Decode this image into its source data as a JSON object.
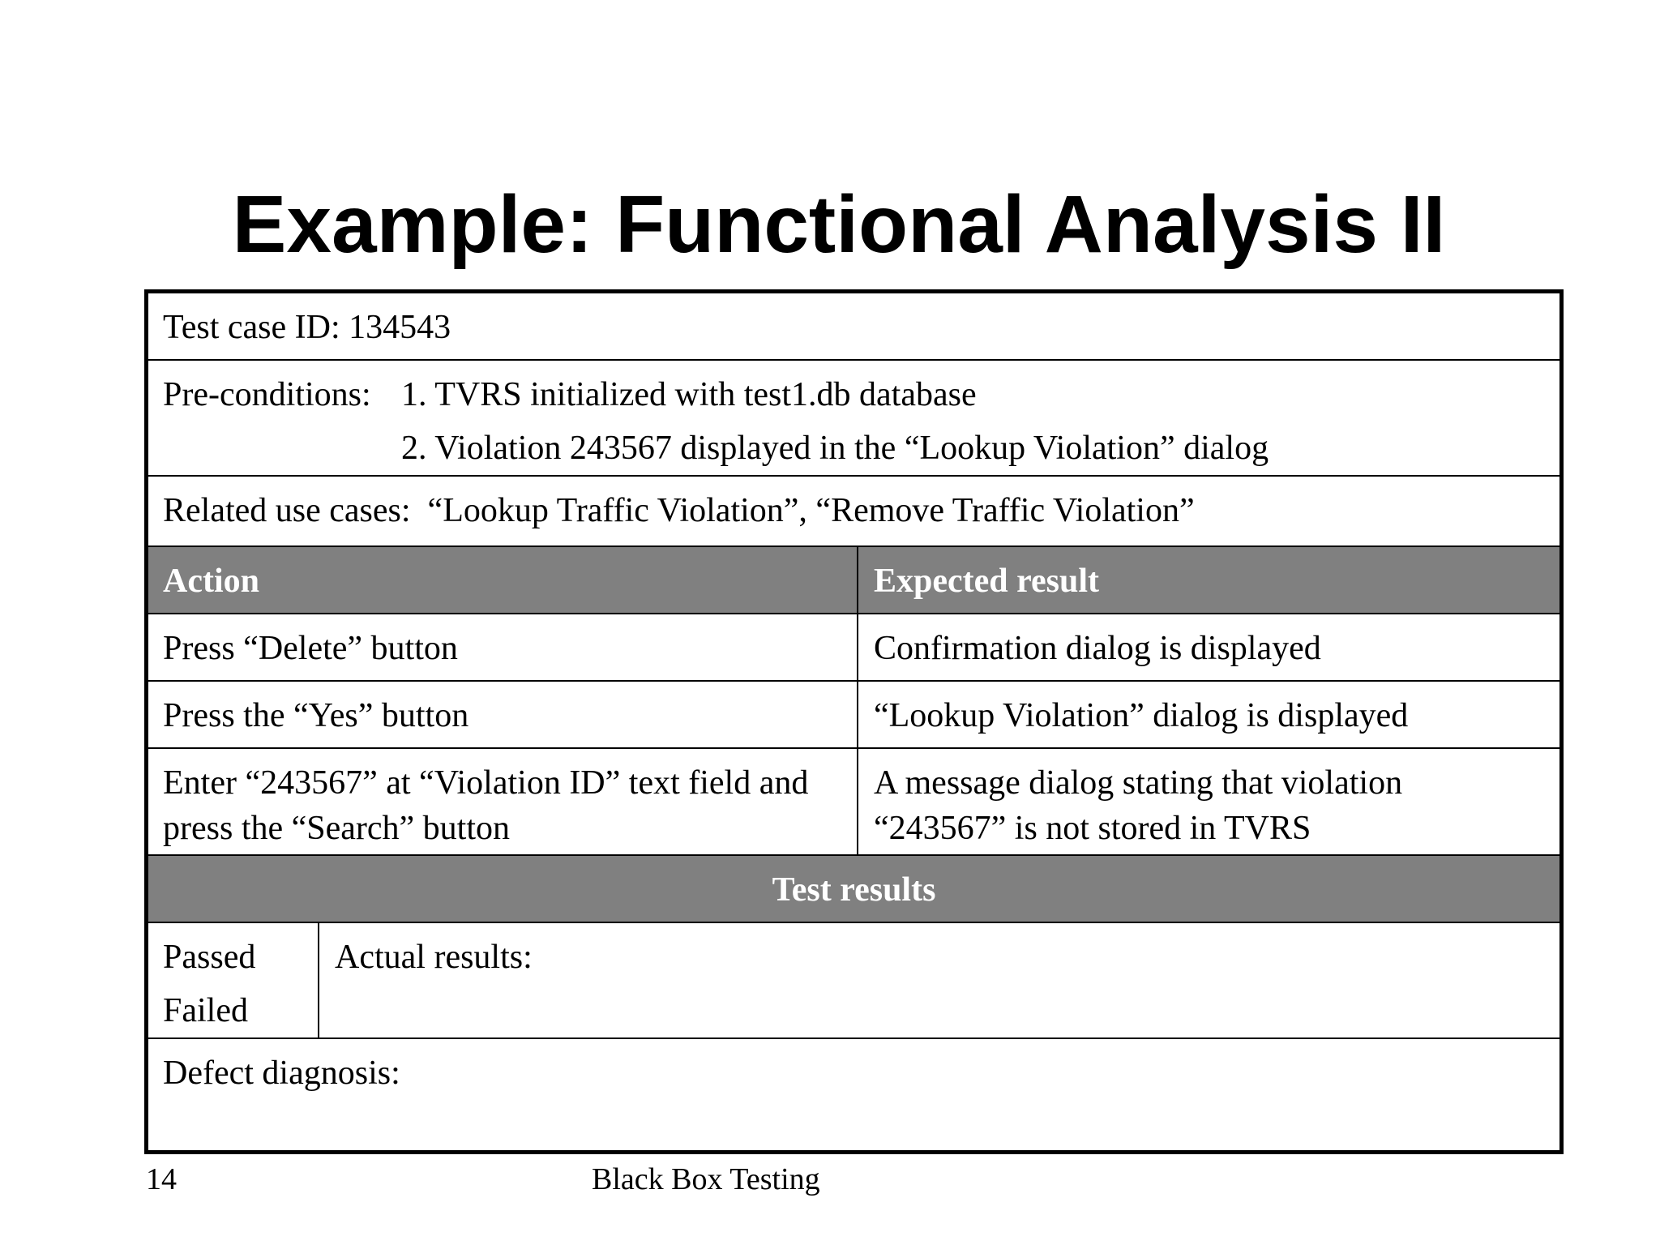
{
  "title": "Example: Functional Analysis II",
  "test_case_id": "Test case ID: 134543",
  "preconditions": {
    "label": "Pre-conditions: ",
    "items": [
      "1. TVRS initialized with test1.db database",
      "2. Violation 243567 displayed in the “Lookup Violation” dialog"
    ]
  },
  "related_use_cases": "Related use cases:  “Lookup Traffic Violation”, “Remove Traffic Violation”",
  "headers": {
    "action": "Action",
    "expected": "Expected result"
  },
  "steps": [
    {
      "action": "Press “Delete” button",
      "expected": "Confirmation dialog is displayed"
    },
    {
      "action": "Press the “Yes” button",
      "expected": "“Lookup Violation” dialog is displayed"
    },
    {
      "action": "Enter “243567” at “Violation ID” text field and press the “Search” button",
      "expected": "A message dialog stating that violation “243567” is not stored in TVRS"
    }
  ],
  "test_results_header": "Test results",
  "status_options": [
    "Passed",
    "Failed"
  ],
  "actual_results_label": "Actual results:",
  "defect_diagnosis_label": "Defect diagnosis:",
  "footer": {
    "page_number": "14",
    "deck_title": "Black Box Testing"
  }
}
